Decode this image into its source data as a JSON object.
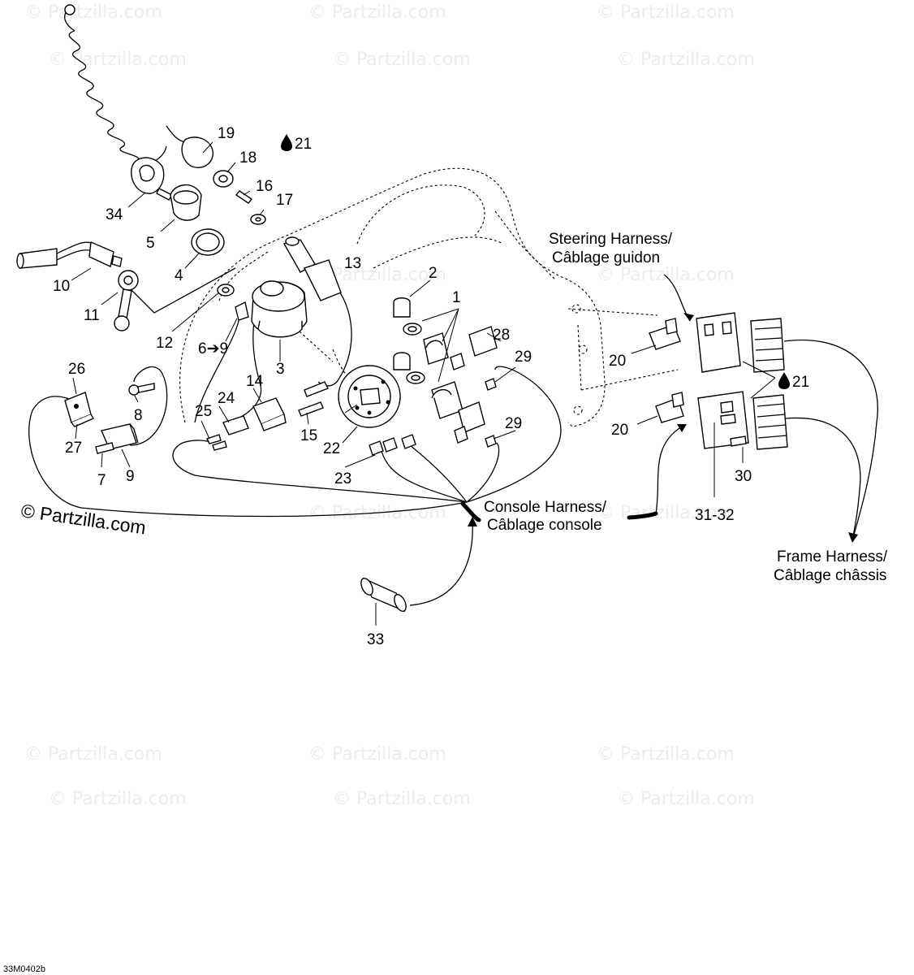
{
  "callouts": {
    "n1": "1",
    "n2": "2",
    "n3": "3",
    "n4": "4",
    "n5": "5",
    "n6_9": "6➔9",
    "n7": "7",
    "n8": "8",
    "n9": "9",
    "n10": "10",
    "n11": "11",
    "n12": "12",
    "n13": "13",
    "n14": "14",
    "n15": "15",
    "n16": "16",
    "n17": "17",
    "n18": "18",
    "n19": "19",
    "n20a": "20",
    "n20b": "20",
    "n21a": "21",
    "n21b": "21",
    "n22": "22",
    "n23": "23",
    "n24": "24",
    "n25": "25",
    "n26": "26",
    "n27": "27",
    "n28": "28",
    "n29a": "29",
    "n29b": "29",
    "n30": "30",
    "n31_32": "31-32",
    "n33": "33",
    "n34": "34"
  },
  "harness_labels": {
    "steering_line1": "Steering Harness/",
    "steering_line2": "Câblage guidon",
    "console_line1": "Console Harness/",
    "console_line2": "Câblage console",
    "frame_line1": "Frame Harness/",
    "frame_line2": "Câblage châssis"
  },
  "copyright": "© Partzilla.com",
  "watermark": "© Partzilla.com",
  "drawing_code": "33M0402b",
  "icons": [
    "oil-drop-icon"
  ]
}
